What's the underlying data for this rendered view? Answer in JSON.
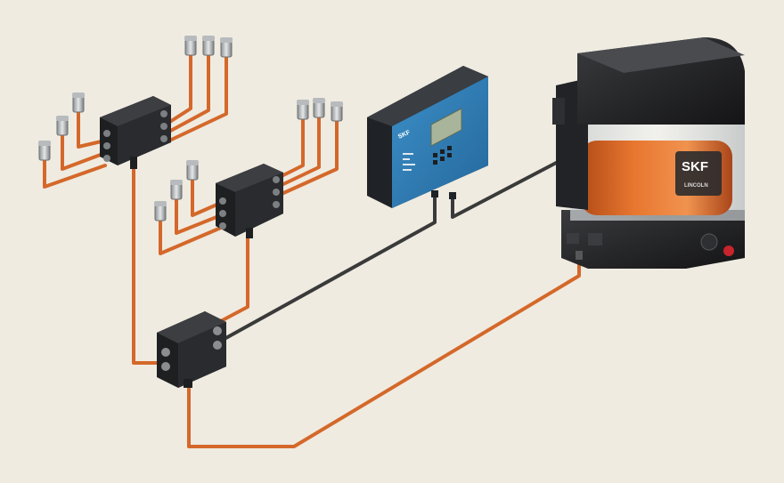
{
  "scene": {
    "background": "#efebe1",
    "description_tags": [
      "lubrication-system",
      "progressive-distributors",
      "pump-unit",
      "controller"
    ]
  },
  "pump": {
    "brand_logo": "SKF",
    "sub_brand": "LINCOLN",
    "colors": {
      "housing": "#1c1c1e",
      "reservoir_fill": "#e0692a",
      "reservoir_glass": "#dfe3e4",
      "alarm_knob": "#c8242b"
    }
  },
  "controller": {
    "brand_logo": "SKF",
    "colors": {
      "panel": "#2f7fb7",
      "display": "#a8b59a",
      "body": "#23262a"
    }
  },
  "tubing": {
    "colors": {
      "lube_line": "#d4682a",
      "signal_cable": "#3a3a3a"
    }
  }
}
